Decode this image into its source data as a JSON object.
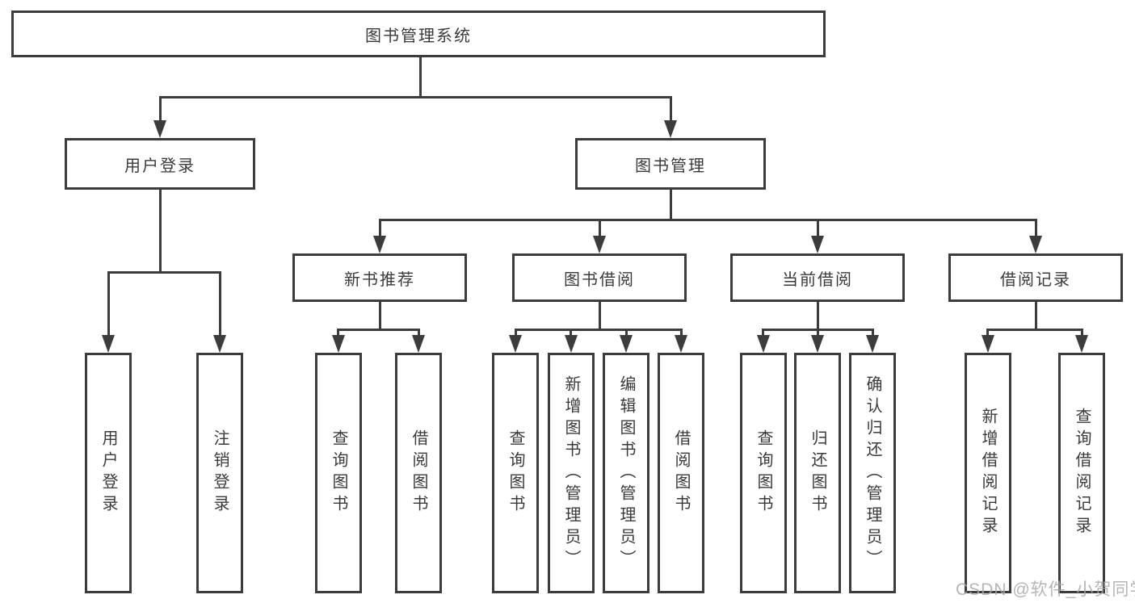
{
  "colors": {
    "line": "#3c3c3c",
    "box_border": "#3c3c3c",
    "text": "#3a3a3a",
    "background": "#ffffff",
    "watermark": "#a9a9a9"
  },
  "watermark": "CSDN @软件_小贺同学",
  "tree": {
    "label": "图书管理系统",
    "children": [
      {
        "label": "用户登录",
        "children": [
          {
            "label": "用户登录"
          },
          {
            "label": "注销登录"
          }
        ]
      },
      {
        "label": "图书管理",
        "children": [
          {
            "label": "新书推荐",
            "children": [
              {
                "label": "查询图书"
              },
              {
                "label": "借阅图书"
              }
            ]
          },
          {
            "label": "图书借阅",
            "children": [
              {
                "label": "查询图书"
              },
              {
                "label": "新增图书（管理员）"
              },
              {
                "label": "编辑图书（管理员）"
              },
              {
                "label": "借阅图书"
              }
            ]
          },
          {
            "label": "当前借阅",
            "children": [
              {
                "label": "查询图书"
              },
              {
                "label": "归还图书"
              },
              {
                "label": "确认归还（管理员）"
              }
            ]
          },
          {
            "label": "借阅记录",
            "children": [
              {
                "label": "新增借阅记录"
              },
              {
                "label": "查询借阅记录"
              }
            ]
          }
        ]
      }
    ]
  }
}
